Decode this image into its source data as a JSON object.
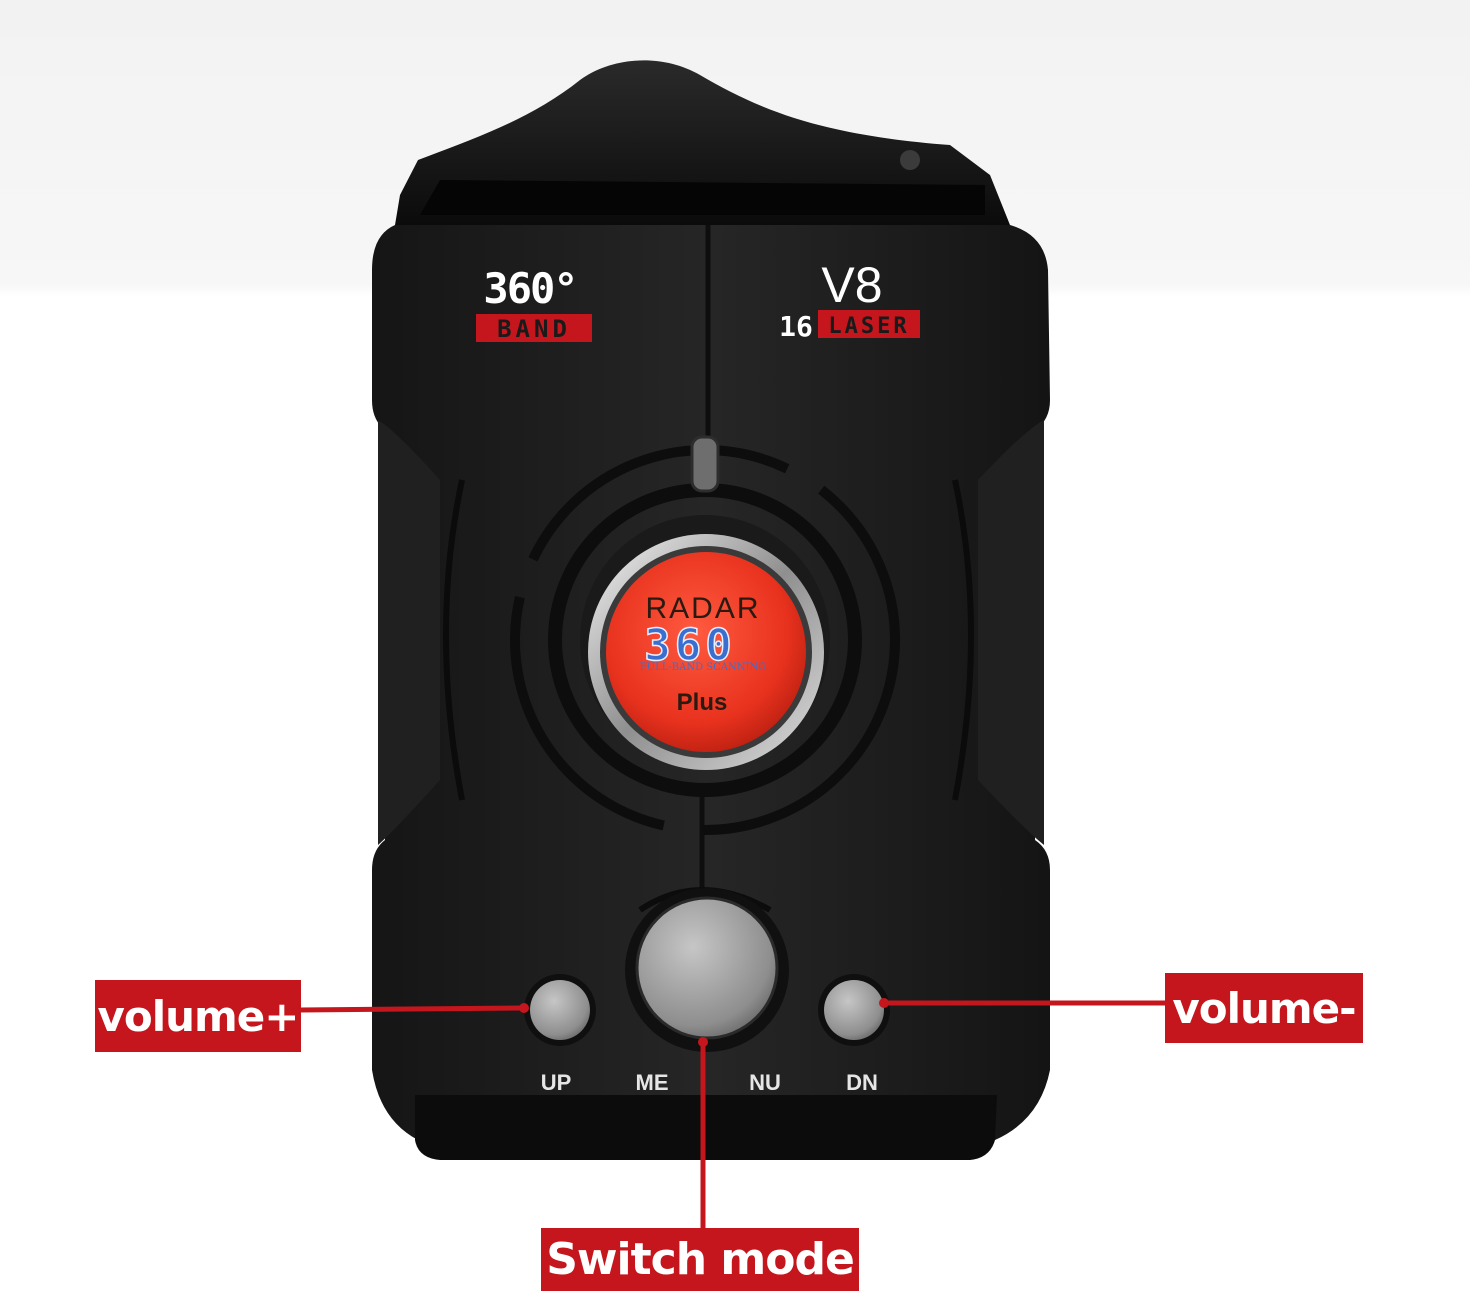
{
  "device": {
    "left_logo": {
      "top": "360°",
      "bottom": "BAND"
    },
    "right_logo": {
      "model": "V8",
      "number": "16",
      "text": "LASER"
    },
    "center_badge": {
      "line1": "RADAR",
      "line2": "360",
      "line3": "FULL-BAND SCANNING",
      "line4": "Plus"
    },
    "buttons": [
      {
        "label": "UP"
      },
      {
        "label": "ME"
      },
      {
        "label": "NU"
      },
      {
        "label": "DN"
      }
    ]
  },
  "callouts": {
    "volume_up": "volume+",
    "volume_down": "volume-",
    "switch_mode": "Switch mode"
  },
  "colors": {
    "callout_red": "#c4161c",
    "badge_red": "#e8321e",
    "badge_blue": "#3a6fd0",
    "body_black": "#1d1d1d"
  }
}
